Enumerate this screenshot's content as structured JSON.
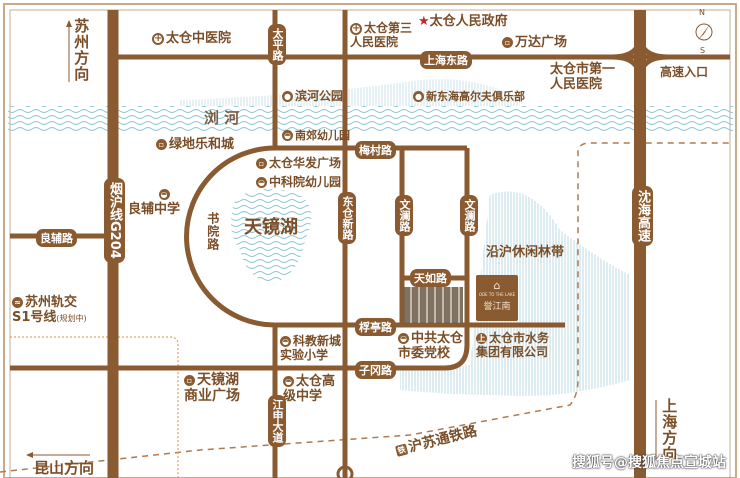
{
  "colors": {
    "road": "#8a5a30",
    "river": "#8cc4d4",
    "text": "#7a4e28",
    "accent_star": "#c0282d",
    "rail_dash": "#b07a50",
    "metro_dot": "#e0a060"
  },
  "directions": {
    "suzhou": "苏州方向",
    "kunshan": "昆山方向",
    "shanghai": "上海方向"
  },
  "compass": {
    "n": "N",
    "s": "S"
  },
  "roads": {
    "taiping": "太平路",
    "shanghai_east": "上海东路",
    "meicun": "梅村路",
    "wenlan_left": "文澜路",
    "wenlan_right": "文澜路",
    "dongcang": "东仓新路",
    "shuyuan": "书院路",
    "liangfu": "良辅路",
    "yanhu": "烟沪线",
    "g204": "G204",
    "shenhai": "沈海高速",
    "tianru": "天如路",
    "futing": "桴亭路",
    "zigang": "子冈路",
    "jiangshen": "江申大道",
    "rail": "沪苏通铁路",
    "expressway_entry": "高速入口"
  },
  "water": {
    "liuhe": "浏  河",
    "tianjinghu": "天镜湖"
  },
  "pois": {
    "tcm_hospital": "太仓中医院",
    "third_hospital": "太仓第三\n人民医院",
    "gov": "太仓人民政府",
    "wanda": "万达广场",
    "first_hospital": "太仓市第一\n人民医院",
    "binhe_park": "滨河公园",
    "golf": "新东海高尔夫俱乐部",
    "nanjiao_kg": "南郊幼儿园",
    "lvdi": "绿地乐和城",
    "huafa": "太仓华发广场",
    "zky_kg": "中科院幼儿园",
    "liangfu_school": "良辅中学",
    "metro": "苏州轨交\nS1号线",
    "metro_note": "(规划中)",
    "forest": "沿沪休闲林带",
    "kejiao_school": "科教新城\n实验小学",
    "party_school": "中共太仓\n市委党校",
    "water_group": "太仓市水务\n集团有限公司",
    "tjh_plaza": "天镜湖\n商业广场",
    "high_school": "太仓高\n级中学"
  },
  "project": {
    "name": "誉江南",
    "tagline": "ODE TO THE LAKE"
  },
  "watermark": "搜狐号@搜狐焦点宣城站"
}
